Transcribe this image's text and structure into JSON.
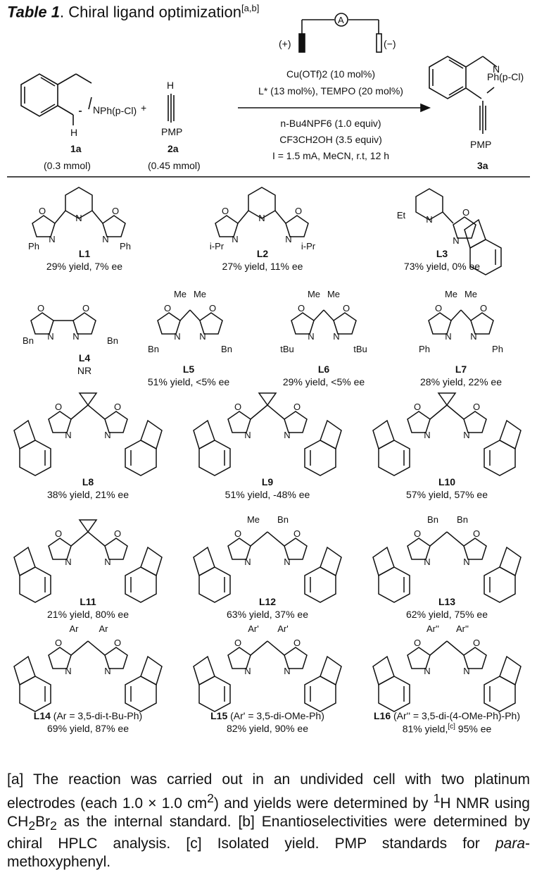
{
  "title": {
    "bold": "Table 1",
    "text": ". Chiral ligand optimization",
    "sup": "[a,b]"
  },
  "scheme": {
    "sm1": {
      "label": "1a",
      "amount": "(0.3 mmol)",
      "substituent": "Ph(p-Cl)",
      "h": "H",
      "n": "N"
    },
    "plus": "+",
    "sm2": {
      "label": "2a",
      "amount": "(0.45 mmol)",
      "h": "H",
      "pmp": "PMP"
    },
    "product": {
      "label": "3a",
      "substituent": "Ph(p-Cl)",
      "n": "N",
      "pmp": "PMP"
    },
    "electrode": {
      "plus": "(+)",
      "minus": "(−)",
      "a": "A"
    },
    "conditions": {
      "line1": "Cu(OTf)2 (10 mol%)",
      "line2": "L* (13 mol%), TEMPO (20 mol%)",
      "line3": "n-Bu4NPF6 (1.0 equiv)",
      "line4": "CF3CH2OH (3.5 equiv)",
      "line5": "I = 1.5 mA, MeCN, r.t, 12 h"
    }
  },
  "ligands": [
    {
      "id": "L1",
      "result": "29% yield, 7% ee",
      "subs": [
        "Ph",
        "Ph"
      ]
    },
    {
      "id": "L2",
      "result": "27% yield, 11% ee",
      "subs": [
        "i-Pr",
        "i-Pr"
      ]
    },
    {
      "id": "L3",
      "result": "73% yield, 0% ee",
      "subs": [
        "Et"
      ]
    },
    {
      "id": "L4",
      "result": "NR",
      "subs": [
        "Bn",
        "Bn"
      ]
    },
    {
      "id": "L5",
      "result": "51% yield, <5% ee",
      "subs": [
        "Bn",
        "Bn",
        "Me",
        "Me"
      ]
    },
    {
      "id": "L6",
      "result": "29% yield, <5% ee",
      "subs": [
        "tBu",
        "tBu",
        "Me",
        "Me"
      ]
    },
    {
      "id": "L7",
      "result": "28% yield, 22% ee",
      "subs": [
        "Ph",
        "Ph",
        "Me",
        "Me"
      ]
    },
    {
      "id": "L8",
      "result": "38% yield, 21% ee"
    },
    {
      "id": "L9",
      "result": "51% yield, -48% ee"
    },
    {
      "id": "L10",
      "result": "57% yield, 57% ee"
    },
    {
      "id": "L11",
      "result": "21% yield, 80% ee"
    },
    {
      "id": "L12",
      "result": "63% yield, 37% ee",
      "subs": [
        "Me",
        "Bn"
      ]
    },
    {
      "id": "L13",
      "result": "62% yield, 75% ee",
      "subs": [
        "Bn",
        "Bn"
      ]
    },
    {
      "id": "L14",
      "desc": " (Ar = 3,5-di-t-Bu-Ph)",
      "result": "69% yield, 87% ee",
      "subs": [
        "Ar",
        "Ar"
      ]
    },
    {
      "id": "L15",
      "desc": " (Ar' = 3,5-di-OMe-Ph)",
      "result": "82% yield, 90% ee",
      "subs": [
        "Ar'",
        "Ar'"
      ]
    },
    {
      "id": "L16",
      "desc": " (Ar'' = 3,5-di-(4-OMe-Ph)-Ph)",
      "result": "81% yield,",
      "result_sup": "[c]",
      "result2": " 95% ee",
      "subs": [
        "Ar''",
        "Ar''"
      ]
    }
  ],
  "atoms": {
    "O": "O",
    "N": "N"
  },
  "footnote": {
    "a": "[a] The reaction was carried out in an undivided cell with two platinum electrodes (each 1.0 × 1.0 cm",
    "a_sup": "2",
    "a2": ") and yields were determined by ",
    "a_sup2": "1",
    "a3": "H NMR using CH",
    "a_sub1": "2",
    "a4": "Br",
    "a_sub2": "2",
    "a5": " as the internal standard.",
    "b": " [b] Enantioselectivities were determined by chiral HPLC analysis.",
    "c": " [c] Isolated yield. PMP standards for ",
    "c_it": "para",
    "c2": "-methoxyphenyl."
  }
}
